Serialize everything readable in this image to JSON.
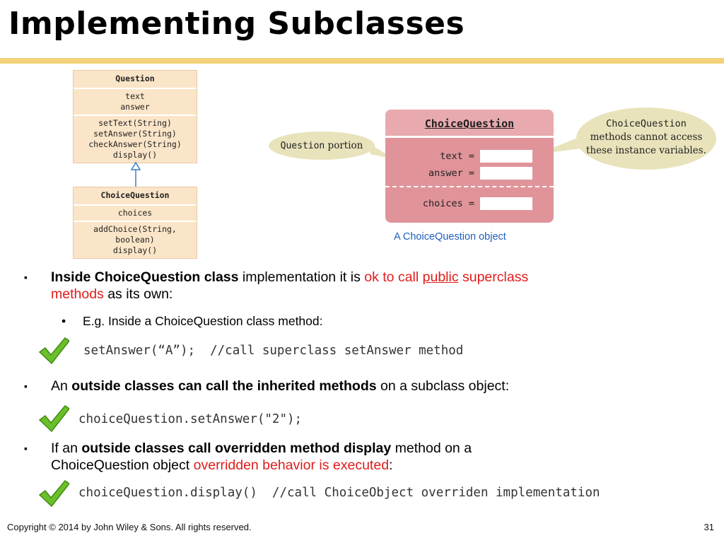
{
  "slide": {
    "title": "Implementing Subclasses",
    "page_number": "31",
    "copyright": "Copyright © 2014 by John Wiley & Sons.  All rights reserved."
  },
  "uml": {
    "superclass": {
      "name": "Question",
      "fields": [
        "text",
        "answer"
      ],
      "methods": [
        "setText(String)",
        "setAnswer(String)",
        "checkAnswer(String)",
        "display()"
      ]
    },
    "subclass": {
      "name": "ChoiceQuestion",
      "fields": [
        "choices"
      ],
      "methods": [
        "addChoice(String, boolean)",
        "display()"
      ]
    }
  },
  "object_diagram": {
    "class_name": "ChoiceQuestion",
    "fields": [
      "text =",
      "answer =",
      "choices ="
    ],
    "left_callout": {
      "mono": "Question",
      "text": " portion"
    },
    "right_callout": {
      "mono": "ChoiceQuestion",
      "line2": "methods cannot access",
      "line3": "these instance variables."
    },
    "caption": "A ChoiceQuestion object"
  },
  "bullets": {
    "b1": {
      "bold": "Inside ChoiceQuestion class",
      "text1": " implementation it is ",
      "red1": "ok to call ",
      "red_underline": "public",
      "red2": " superclass",
      "red3": "methods",
      "text2": " as its own:"
    },
    "b1_sub": "E.g. Inside a ChoiceQuestion class method:",
    "code1": "setAnswer(“A”);  //call superclass setAnswer method",
    "b2": {
      "text1": "An ",
      "bold": "outside classes can call the inherited methods",
      "text2": " on a subclass object:"
    },
    "code2": "choiceQuestion.setAnswer(\"2\");",
    "b3": {
      "text1": "If an ",
      "bold": "outside classes  call  overridden method display",
      "text2": "  method on a",
      "text3": "ChoiceQuestion object ",
      "red": "overridden behavior is  executed",
      "text4": ":"
    },
    "code3": "choiceQuestion.display()  //call ChoiceObject overriden implementation"
  },
  "colors": {
    "accent_rule": "#f3d27a",
    "emphasis_red": "#e21b1b",
    "check_green": "#6bbf2a"
  },
  "icons": [
    "checkmark-icon"
  ]
}
